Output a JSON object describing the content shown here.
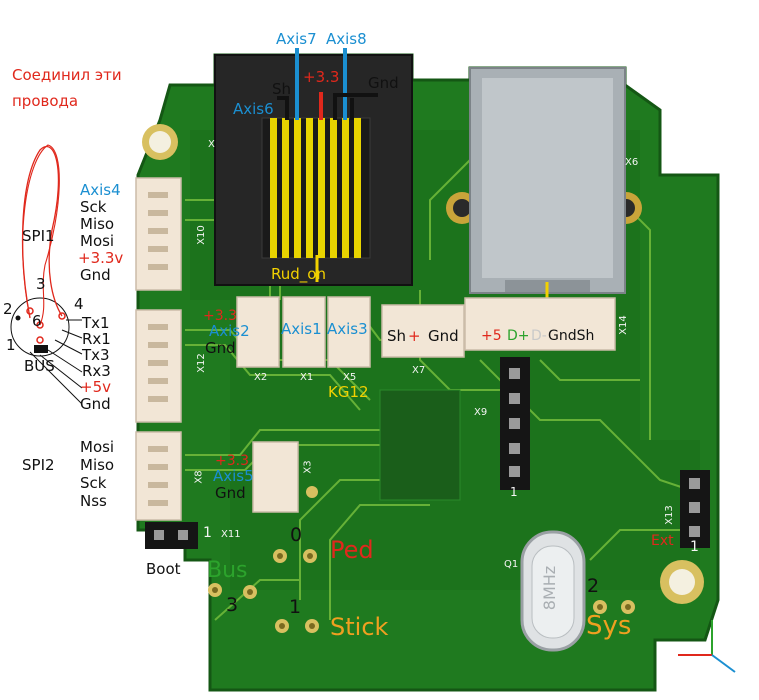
{
  "colors": {
    "pcb": "#1f7a1f",
    "pcb_dark": "#145714",
    "trace": "#6fb83a",
    "connector": "#f2e6d6",
    "label_blue": "#1b8fd1",
    "label_red": "#e0281c",
    "label_green": "#2ca32c",
    "label_orange": "#f0a020",
    "label_yellow": "#f2d100",
    "label_black": "#111111"
  },
  "annotation": {
    "line1": "Соединил эти",
    "line2": "провода"
  },
  "rj_top": {
    "axis7": "Axis7",
    "axis8": "Axis8",
    "sh": "Sh",
    "plus33": "+3.3",
    "gnd": "Gnd",
    "axis6": "Axis6",
    "rud_on": "Rud_on"
  },
  "spi1": {
    "axis4": "Axis4",
    "sck": "Sck",
    "miso": "Miso",
    "mosi": "Mosi",
    "plus33v": "+3.3v",
    "gnd": "Gnd",
    "name": "SPI1"
  },
  "bus": {
    "pin3": "3",
    "pin2": "2",
    "pin4": "4",
    "pin6": "6",
    "pin1": "1",
    "name": "BUS",
    "tx1": "Tx1",
    "rx1": "Rx1",
    "tx3": "Tx3",
    "rx3": "Rx3",
    "plus5v": "+5v",
    "gnd": "Gnd"
  },
  "spi2": {
    "mosi": "Mosi",
    "miso": "Miso",
    "sck": "Sck",
    "nss": "Nss",
    "name": "SPI2"
  },
  "mid": {
    "plus33": "+3.3",
    "axis2": "Axis2",
    "gnd": "Gnd",
    "axis1": "Axis1",
    "axis3": "Axis3",
    "x2": "X2",
    "x1": "X1",
    "x5": "X5",
    "kg12": "KG12",
    "x7": "X7"
  },
  "x7conn": {
    "sh": "Sh",
    "plus": "+",
    "gnd": "Gnd"
  },
  "x14conn": {
    "plus5": "+5",
    "dplus": "D+",
    "dminus": "D-",
    "gndsh": "GndSh"
  },
  "axis5": {
    "plus33": "+3.3",
    "axis5": "Axis5",
    "gnd": "Gnd"
  },
  "refs": {
    "x10": "X10",
    "x12": "X12",
    "x8": "X8",
    "x11": "X11",
    "x3": "X3",
    "x9": "X9",
    "x6": "X6",
    "x14": "X14",
    "x13": "X13",
    "q1": "Q1",
    "x": "X"
  },
  "bottom": {
    "boot": "Boot",
    "one_x11": "1",
    "bus_lbl": "Bus",
    "zero": "0",
    "ped": "Ped",
    "three": "3",
    "one": "1",
    "stick": "Stick",
    "two": "2",
    "sys": "Sys",
    "crystal": "8MHz",
    "ext": "Ext",
    "one_x13": "1",
    "one_x9": "1"
  }
}
